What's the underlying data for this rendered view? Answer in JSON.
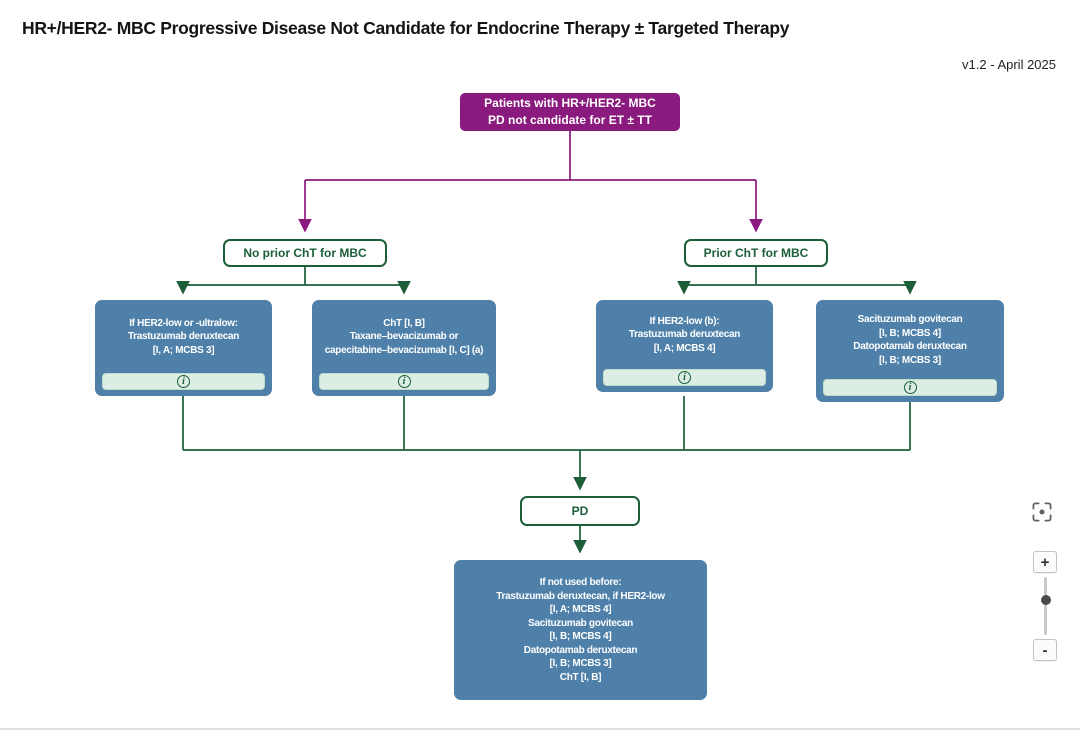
{
  "header": {
    "title": "HR+/HER2- MBC Progressive Disease Not Candidate for Endocrine Therapy ± Targeted Therapy",
    "version": "v1.2 - April 2025"
  },
  "colors": {
    "purple": "#8B1A7E",
    "green": "#1B5E38",
    "blue": "#4E80AA",
    "info_bg": "#DCEDE4",
    "info_border": "#BFDCCB"
  },
  "icons": {
    "info": "i",
    "reset_view": "crop-focus-icon"
  },
  "nodes": {
    "root": {
      "lines": [
        "Patients with HR+/HER2- MBC",
        "PD not candidate for ET ± TT"
      ]
    },
    "branch_left": {
      "label": "No prior ChT for MBC"
    },
    "branch_right": {
      "label": "Prior ChT for MBC"
    },
    "left1": {
      "lines": [
        "If HER2-low or -ultralow:",
        "Trastuzumab deruxtecan",
        "[I, A; MCBS 3]"
      ]
    },
    "left2": {
      "lines": [
        "ChT [I, B]",
        "Taxane–bevacizumab or",
        "capecitabine–bevacizumab [I, C] (a)"
      ]
    },
    "right1": {
      "lines": [
        "If HER2-low (b):",
        "Trastuzumab deruxtecan",
        "[I, A; MCBS 4]"
      ]
    },
    "right2": {
      "lines": [
        "Sacituzumab govitecan",
        "[I, B; MCBS 4]",
        "Datopotamab deruxtecan",
        "[I, B; MCBS 3]"
      ]
    },
    "pd": {
      "label": "PD"
    },
    "final": {
      "lines": [
        "If not used before:",
        "Trastuzumab deruxtecan, if HER2-low",
        "[I, A; MCBS 4]",
        "Sacituzumab govitecan",
        "[I, B; MCBS 4]",
        "Datopotamab deruxtecan",
        "[I, B; MCBS 3]",
        "ChT [I, B]"
      ]
    }
  },
  "controls": {
    "zoom_in": "+",
    "zoom_out": "-"
  }
}
